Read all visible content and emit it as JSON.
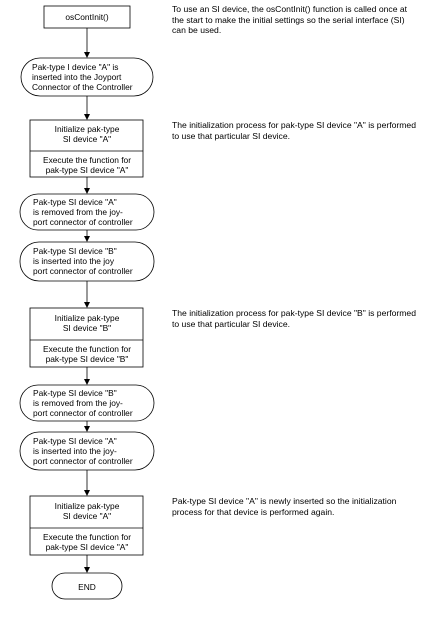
{
  "nodes": {
    "start": {
      "lines": [
        "osContInit()"
      ]
    },
    "insert_a_1": {
      "lines": [
        "Pak-type I device \"A\" is",
        "inserted into the Joyport",
        "Connector of the Controller"
      ]
    },
    "init_a_1": {
      "title": [
        "Initialize pak-type",
        "SI device \"A\""
      ],
      "body": [
        "Execute the function for",
        "pak-type SI device \"A\""
      ]
    },
    "remove_a": {
      "lines": [
        "Pak-type SI device \"A\"",
        "is removed from the joy-",
        "port connector of controller"
      ]
    },
    "insert_b": {
      "lines": [
        "Pak-type SI device \"B\"",
        "is inserted into the joy",
        "port connector of controller"
      ]
    },
    "init_b": {
      "title": [
        "Initialize pak-type",
        "SI device \"B\""
      ],
      "body": [
        "Execute the function for",
        "pak-type SI device \"B\""
      ]
    },
    "remove_b": {
      "lines": [
        "Pak-type SI device \"B\"",
        "is removed from the joy-",
        "port connector of controller"
      ]
    },
    "insert_a_2": {
      "lines": [
        "Pak-type SI device \"A\"",
        "is inserted into the joy-",
        "port connector of controller"
      ]
    },
    "init_a_2": {
      "title": [
        "Initialize pak-type",
        "SI device \"A\""
      ],
      "body": [
        "Execute the function for",
        "pak-type SI device \"A\""
      ]
    },
    "end": {
      "lines": [
        "END"
      ]
    }
  },
  "notes": {
    "note_start": "To use an SI device, the osContInit() function is called once at the start to make the initial settings so the serial interface (SI) can be used.",
    "note_init_a": "The initialization process for pak-type SI device \"A\" is performed to use that particular SI device.",
    "note_init_b": "The initialization process for pak-type SI device \"B\" is performed to use that particular SI device.",
    "note_reinit_a": "Pak-type SI device \"A\" is newly inserted so the initialization process for that device is performed again."
  }
}
